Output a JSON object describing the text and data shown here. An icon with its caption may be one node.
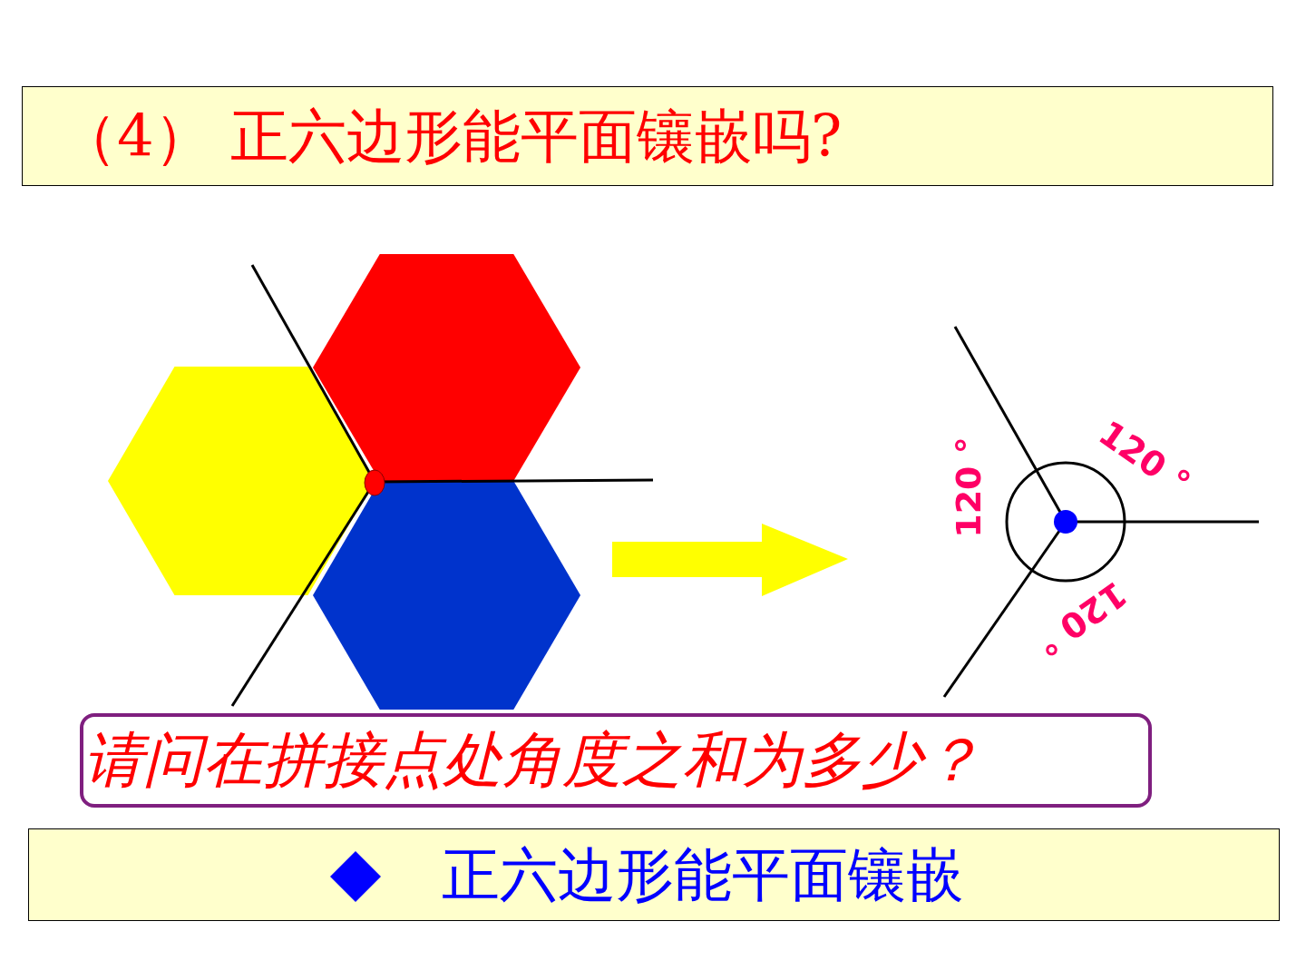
{
  "diagram": {
    "title": "（4） 正六边形能平面镶嵌吗?",
    "nodes": [
      {
        "text": [
          "请问在拼接点处角度之和为多少？"
        ]
      },
      {
        "text": [
          "正六边形能平面镶嵌"
        ]
      }
    ],
    "labels": [
      "120 °",
      "120 °",
      "120 °"
    ]
  }
}
